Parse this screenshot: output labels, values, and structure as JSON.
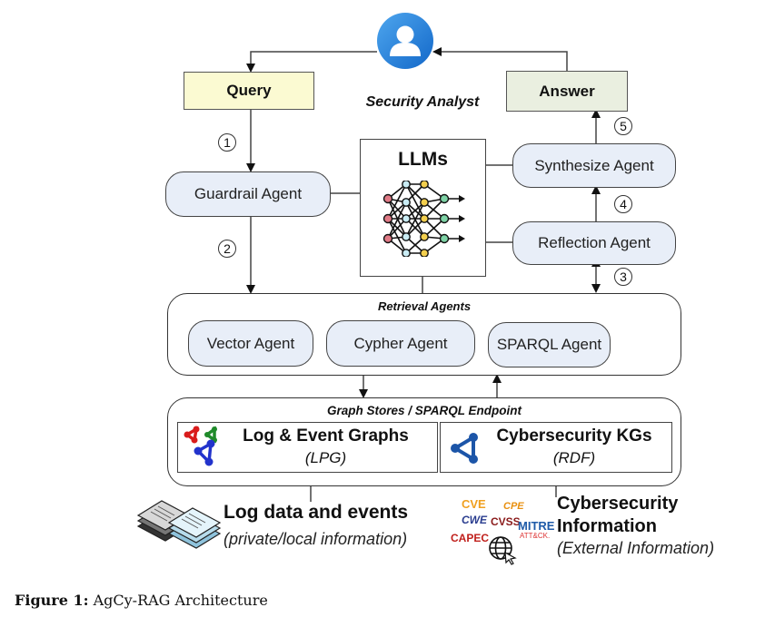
{
  "actor": {
    "label": "Security Analyst",
    "icon": "user-icon",
    "color": "#1e7fd6"
  },
  "query_box": {
    "label": "Query",
    "fill": "#fbfad2"
  },
  "answer_box": {
    "label": "Answer",
    "fill": "#eaefe0"
  },
  "llm_box": {
    "label": "LLMs",
    "icon": "neural-network-icon"
  },
  "agents": {
    "guardrail": "Guardrail Agent",
    "synthesize": "Synthesize Agent",
    "reflection": "Reflection Agent"
  },
  "retrieval_group": {
    "title": "Retrieval Agents",
    "agents": [
      "Vector Agent",
      "Cypher Agent",
      "SPARQL Agent"
    ]
  },
  "stores_group": {
    "title": "Graph Stores / SPARQL Endpoint",
    "stores": [
      {
        "title": "Log & Event Graphs",
        "subtitle": "(LPG)",
        "icon": "graph-nodes-multicolor-icon"
      },
      {
        "title": "Cybersecurity KGs",
        "subtitle": "(RDF)",
        "icon": "graph-nodes-blue-icon"
      }
    ]
  },
  "sources": [
    {
      "title": "Log data and events",
      "subtitle": "(private/local information)",
      "icon": "documents-stack-icon"
    },
    {
      "title_lines": [
        "Cybersecurity",
        "Information"
      ],
      "subtitle": "(External Information)",
      "icon": "security-standards-logos-icon",
      "logos": [
        "CVE",
        "CPE",
        "CWE",
        "CVSS",
        "MITRE",
        "ATT&CK.",
        "CAPEC"
      ]
    }
  ],
  "steps": [
    "1",
    "2",
    "3",
    "4",
    "5"
  ],
  "caption": {
    "label": "Figure 1:",
    "text": "AgCy-RAG Architecture"
  }
}
